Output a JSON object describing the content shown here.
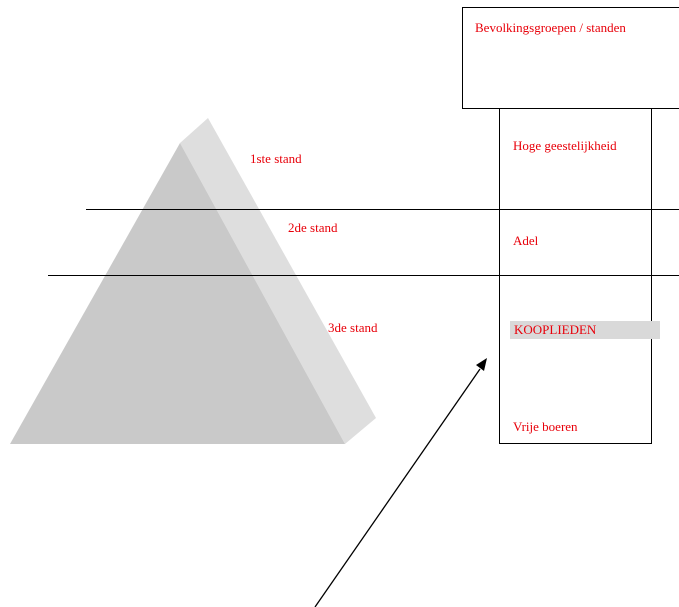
{
  "colors": {
    "text_red": "#e8000a",
    "pyramid_front": "#c9c9c9",
    "pyramid_side": "#dedede",
    "highlight": "#d9d9d9",
    "line": "#000000"
  },
  "pyramid": {
    "levels": [
      {
        "label": "1ste stand"
      },
      {
        "label": "2de stand"
      },
      {
        "label": "3de stand"
      }
    ]
  },
  "table": {
    "header": "Bevolkingsgroepen / standen",
    "rows": [
      {
        "label": "Hoge geestelijkheid"
      },
      {
        "label": "Adel"
      },
      {
        "label": "KOOPLIEDEN",
        "highlighted": true
      },
      {
        "label": "Vrije boeren"
      }
    ]
  }
}
